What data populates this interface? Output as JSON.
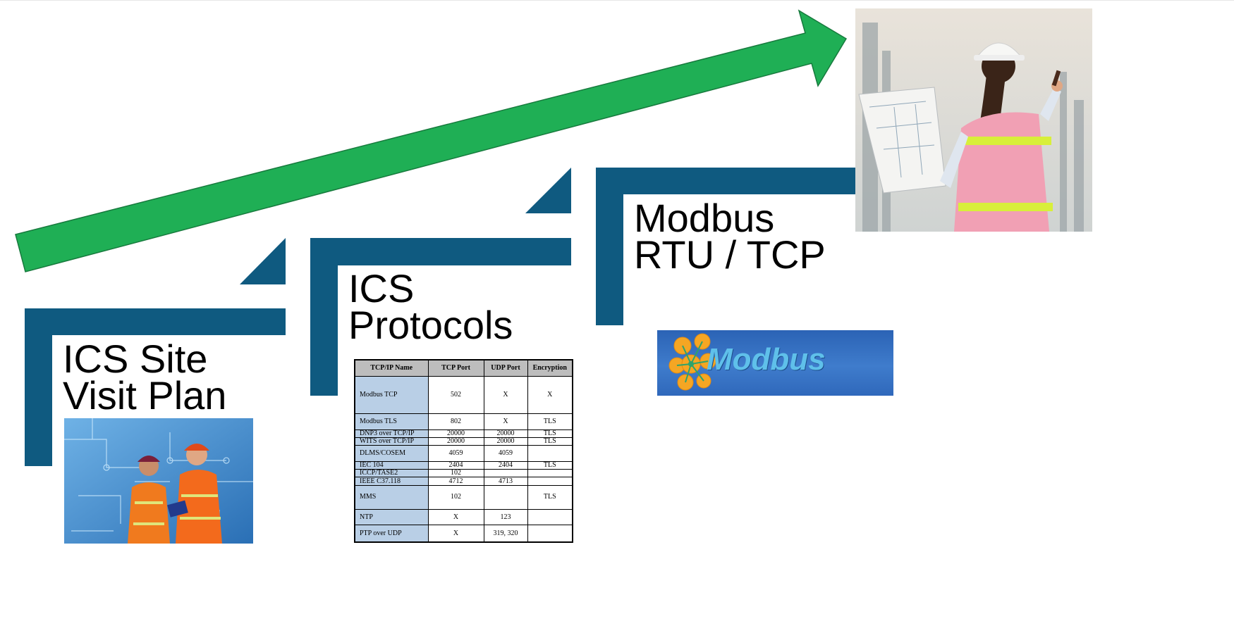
{
  "steps": [
    {
      "title_lines": [
        "ICS Site",
        "Visit Plan"
      ]
    },
    {
      "title_lines": [
        "ICS",
        "Protocols"
      ]
    },
    {
      "title_lines": [
        "Modbus",
        "RTU / TCP"
      ]
    }
  ],
  "protocol_table": {
    "headers": [
      "TCP/IP Name",
      "TCP Port",
      "UDP Port",
      "Encryption"
    ],
    "rows": [
      [
        "Modbus TCP",
        "502",
        "X",
        "X"
      ],
      [
        "Modbus TLS",
        "802",
        "X",
        "TLS"
      ],
      [
        "DNP3 over TCP/IP",
        "20000",
        "20000",
        "TLS"
      ],
      [
        "WITS over TCP/IP",
        "20000",
        "20000",
        "TLS"
      ],
      [
        "DLMS/COSEM",
        "4059",
        "4059",
        ""
      ],
      [
        "IEC 104",
        "2404",
        "2404",
        "TLS"
      ],
      [
        "ICCP/TASE2",
        "102",
        "",
        ""
      ],
      [
        "IEEE C37.118",
        "4712",
        "4713",
        ""
      ],
      [
        "MMS",
        "102",
        "",
        "TLS"
      ],
      [
        "NTP",
        "X",
        "123",
        ""
      ],
      [
        "PTP over UDP",
        "X",
        "319, 320",
        ""
      ]
    ]
  },
  "modbus_logo": {
    "text": "Modbus"
  },
  "colors": {
    "arrow_green": "#1faf55",
    "step_blue": "#0f5a80",
    "modbus_blue": "#3a74c4"
  },
  "images": [
    {
      "name": "engineers-control-room-photo"
    },
    {
      "name": "engineer-with-blueprint-photo"
    }
  ]
}
